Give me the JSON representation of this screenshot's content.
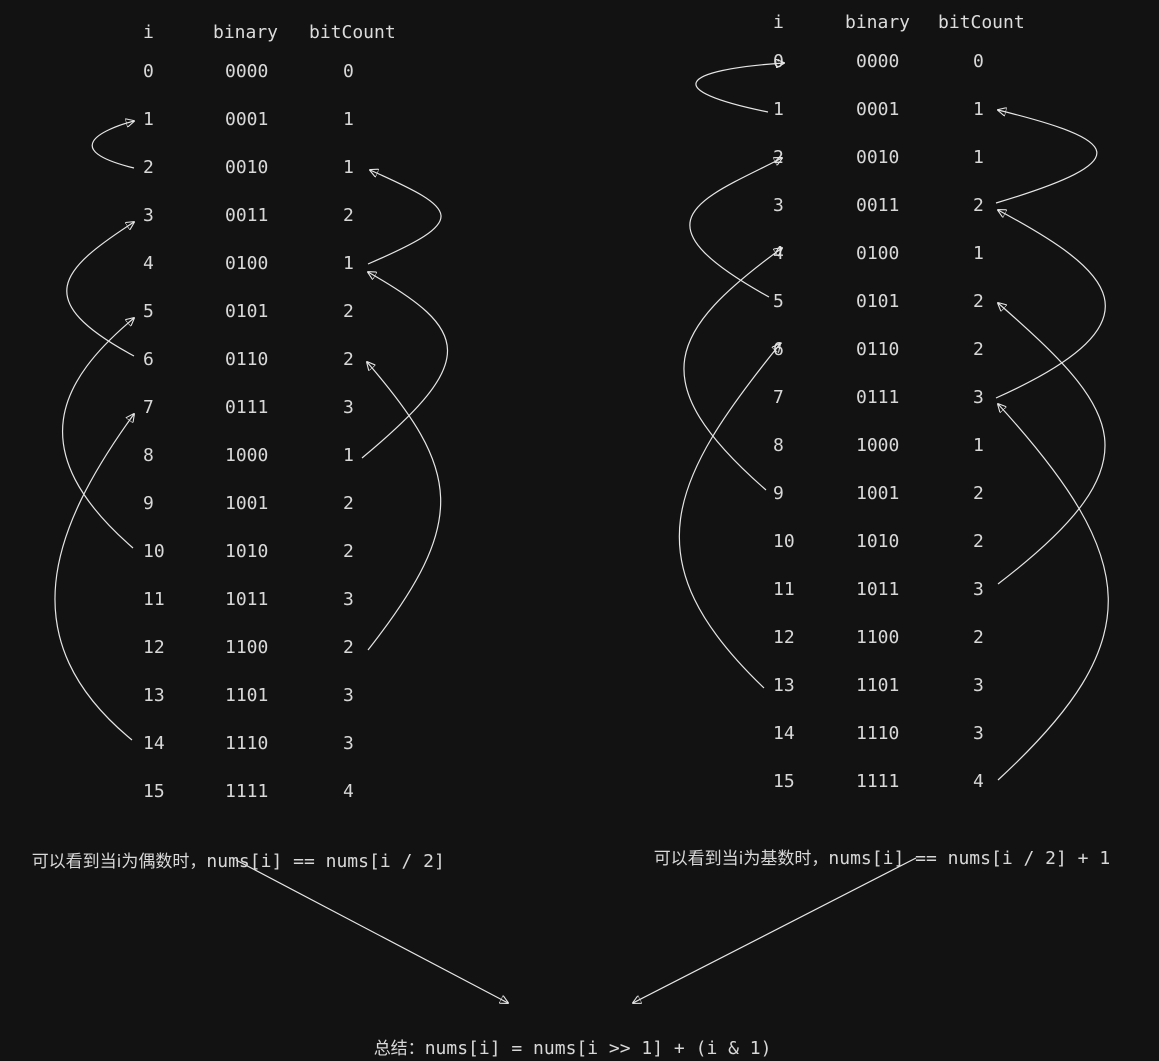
{
  "tables": [
    {
      "id": "even",
      "headers": {
        "i": "i",
        "binary": "binary",
        "bitCount": "bitCount"
      },
      "rows": [
        {
          "i": "0",
          "binary": "0000",
          "bitCount": "0"
        },
        {
          "i": "1",
          "binary": "0001",
          "bitCount": "1"
        },
        {
          "i": "2",
          "binary": "0010",
          "bitCount": "1"
        },
        {
          "i": "3",
          "binary": "0011",
          "bitCount": "2"
        },
        {
          "i": "4",
          "binary": "0100",
          "bitCount": "1"
        },
        {
          "i": "5",
          "binary": "0101",
          "bitCount": "2"
        },
        {
          "i": "6",
          "binary": "0110",
          "bitCount": "2"
        },
        {
          "i": "7",
          "binary": "0111",
          "bitCount": "3"
        },
        {
          "i": "8",
          "binary": "1000",
          "bitCount": "1"
        },
        {
          "i": "9",
          "binary": "1001",
          "bitCount": "2"
        },
        {
          "i": "10",
          "binary": "1010",
          "bitCount": "2"
        },
        {
          "i": "11",
          "binary": "1011",
          "bitCount": "3"
        },
        {
          "i": "12",
          "binary": "1100",
          "bitCount": "2"
        },
        {
          "i": "13",
          "binary": "1101",
          "bitCount": "3"
        },
        {
          "i": "14",
          "binary": "1110",
          "bitCount": "3"
        },
        {
          "i": "15",
          "binary": "1111",
          "bitCount": "4"
        }
      ]
    },
    {
      "id": "odd",
      "headers": {
        "i": "i",
        "binary": "binary",
        "bitCount": "bitCount"
      },
      "rows": [
        {
          "i": "0",
          "binary": "0000",
          "bitCount": "0"
        },
        {
          "i": "1",
          "binary": "0001",
          "bitCount": "1"
        },
        {
          "i": "2",
          "binary": "0010",
          "bitCount": "1"
        },
        {
          "i": "3",
          "binary": "0011",
          "bitCount": "2"
        },
        {
          "i": "4",
          "binary": "0100",
          "bitCount": "1"
        },
        {
          "i": "5",
          "binary": "0101",
          "bitCount": "2"
        },
        {
          "i": "6",
          "binary": "0110",
          "bitCount": "2"
        },
        {
          "i": "7",
          "binary": "0111",
          "bitCount": "3"
        },
        {
          "i": "8",
          "binary": "1000",
          "bitCount": "1"
        },
        {
          "i": "9",
          "binary": "1001",
          "bitCount": "2"
        },
        {
          "i": "10",
          "binary": "1010",
          "bitCount": "2"
        },
        {
          "i": "11",
          "binary": "1011",
          "bitCount": "3"
        },
        {
          "i": "12",
          "binary": "1100",
          "bitCount": "2"
        },
        {
          "i": "13",
          "binary": "1101",
          "bitCount": "3"
        },
        {
          "i": "14",
          "binary": "1110",
          "bitCount": "3"
        },
        {
          "i": "15",
          "binary": "1111",
          "bitCount": "4"
        }
      ]
    }
  ],
  "notes": {
    "even": {
      "cjk": "可以看到当i为偶数时，",
      "code": "nums[i] == nums[i / 2]"
    },
    "odd": {
      "cjk": "可以看到当i为基数时，",
      "code": "nums[i] == nums[i / 2] + 1"
    },
    "summary": {
      "cjk": "总结：",
      "code": "nums[i] = nums[i >> 1] + (i & 1)"
    }
  },
  "colors": {
    "background": "#121212",
    "text": "#d8d8d8",
    "arrow": "#e6e6e6"
  }
}
